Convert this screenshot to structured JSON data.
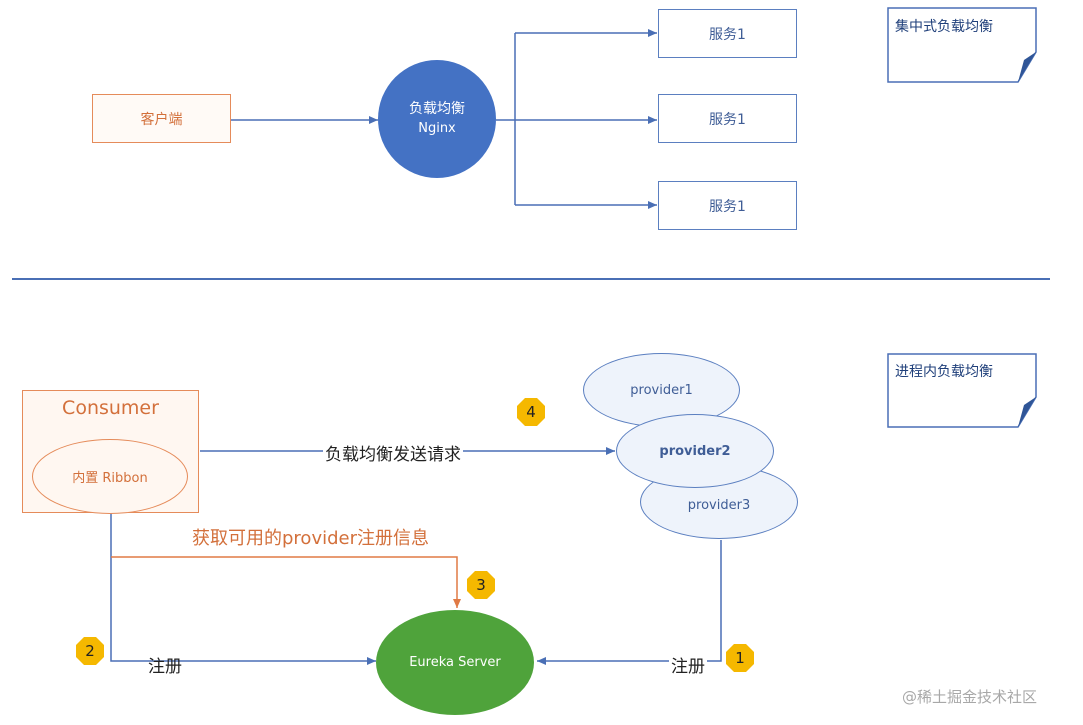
{
  "top": {
    "client_label": "客户端",
    "lb_line1": "负载均衡",
    "lb_line2": "Nginx",
    "services": [
      "服务1",
      "服务1",
      "服务1"
    ],
    "note": "集中式负载均衡"
  },
  "bottom": {
    "consumer_label": "Consumer",
    "ribbon_label": "内置 Ribbon",
    "providers": [
      "provider1",
      "provider2",
      "provider3"
    ],
    "eureka_label": "Eureka Server",
    "note": "进程内负载均衡",
    "request_label": "负载均衡发送请求",
    "fetch_label": "获取可用的provider注册信息",
    "register_left": "注册",
    "register_right": "注册",
    "steps": [
      "1",
      "2",
      "3",
      "4"
    ]
  },
  "watermark": "@稀土掘金技术社区",
  "colors": {
    "blue": "#4472c4",
    "green": "#4fa33b",
    "orange": "#e58b5a",
    "badge": "#f5b800"
  }
}
